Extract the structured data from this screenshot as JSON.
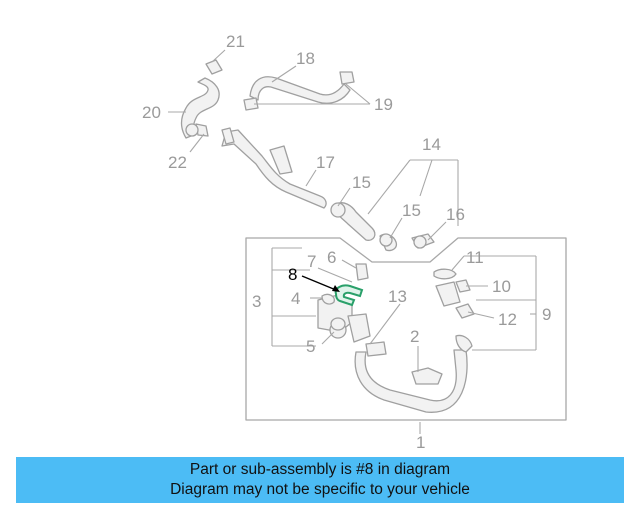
{
  "diagram": {
    "highlighted_part": "8",
    "callouts": [
      "1",
      "2",
      "3",
      "4",
      "5",
      "6",
      "7",
      "8",
      "9",
      "10",
      "11",
      "12",
      "13",
      "14",
      "15",
      "15",
      "16",
      "17",
      "18",
      "19",
      "20",
      "21",
      "22"
    ],
    "colors": {
      "highlight": "#2aa06a",
      "line": "#a8a8a8",
      "banner": "#4cbcf5"
    }
  },
  "banner": {
    "line1": "Part or sub-assembly is #8 in diagram",
    "line2": "Diagram may not be specific to your vehicle"
  }
}
